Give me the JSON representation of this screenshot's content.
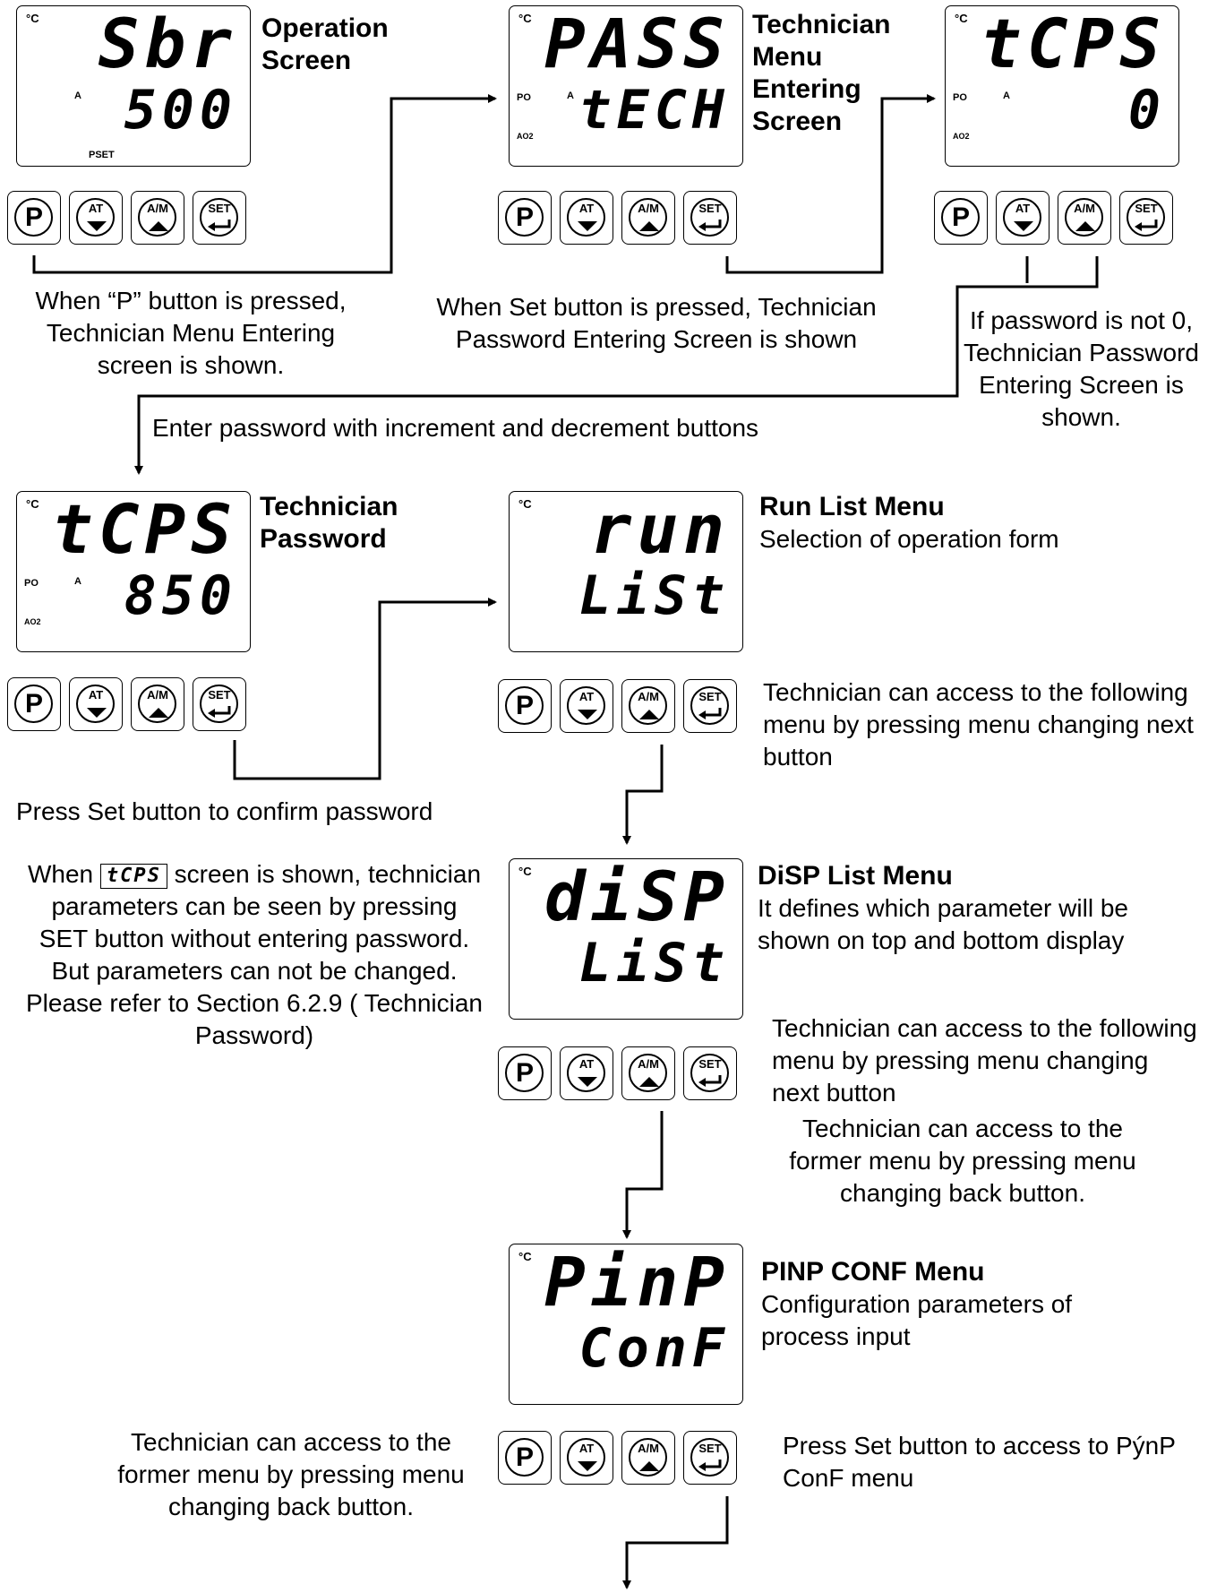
{
  "labels": {
    "unit": "°C",
    "a": "A",
    "po": "PO",
    "ao2": "AO2",
    "pset": "PSET"
  },
  "buttons": {
    "p": "P",
    "at": "AT",
    "am": "A/M",
    "set": "SET"
  },
  "screens": {
    "operation": {
      "top": "Sbr",
      "bottom": "500",
      "title": "Operation Screen"
    },
    "tech_menu_enter": {
      "top": "PASS",
      "bottom": "tECH",
      "title": "Technician Menu Entering Screen"
    },
    "tcps": {
      "top": "tCPS",
      "bottom": "0"
    },
    "tech_password": {
      "top": "tCPS",
      "bottom": "850",
      "title": "Technician Password"
    },
    "run_list": {
      "top": "run",
      "bottom": "LiSt",
      "title": "Run List Menu",
      "desc": "Selection of operation form"
    },
    "disp_list": {
      "top": "diSP",
      "bottom": "LiSt",
      "title": "DiSP List Menu",
      "desc": "It defines which parameter will be shown on top and bottom display"
    },
    "pinp_conf": {
      "top": "PinP",
      "bottom": "ConF",
      "title": "PINP CONF Menu",
      "desc": "Configuration parameters of process input"
    }
  },
  "notes": {
    "p_pressed": "When “P” button is pressed, Technician Menu Entering screen is shown.",
    "set_pressed": "When Set button is pressed, Technician Password Entering Screen is shown",
    "password_not_zero": "If password is not 0, Technician Password Entering Screen is shown.",
    "enter_password": "Enter password with increment and decrement buttons",
    "confirm_password": "Press Set button to confirm password",
    "tcps_note_pre": "When",
    "tcps_inline": "tCPS",
    "tcps_note_post": "screen is shown, technician parameters can be seen by pressing SET button without entering password. But parameters can not be changed. Please refer to Section 6.2.9 ( Technician Password)",
    "next_menu_1": "Technician can access to the following menu by pressing menu changing next button",
    "next_menu_2": "Technician can access to the following menu by pressing menu changing next button",
    "former_menu_1": "Technician can access to the former menu by pressing menu changing back button.",
    "former_menu_2": "Technician can access to the former menu by pressing menu changing back button.",
    "set_access_pinp": "Press Set button to access to PýnP ConF menu"
  }
}
